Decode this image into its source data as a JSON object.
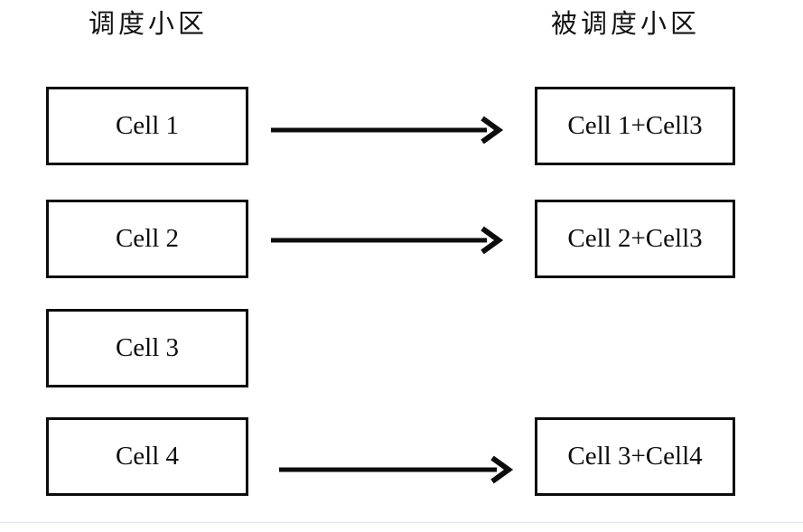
{
  "diagram": {
    "type": "flow-mapping",
    "columns": [
      {
        "id": "source",
        "heading": "调度小区"
      },
      {
        "id": "target",
        "heading": "被调度小区"
      }
    ],
    "source_cells": [
      {
        "label": "Cell 1"
      },
      {
        "label": "Cell 2"
      },
      {
        "label": "Cell 3"
      },
      {
        "label": "Cell 4"
      }
    ],
    "target_cells": [
      {
        "label": "Cell 1+Cell3"
      },
      {
        "label": "Cell 2+Cell3"
      },
      {
        "label": "Cell 3+Cell4"
      }
    ],
    "mappings": [
      {
        "from": "Cell 1",
        "to": "Cell 1+Cell3",
        "connector": "arrow-right"
      },
      {
        "from": "Cell 2",
        "to": "Cell 2+Cell3",
        "connector": "arrow-right"
      },
      {
        "from": "Cell 4",
        "to": "Cell 3+Cell4",
        "connector": "arrow-right"
      }
    ],
    "unmapped_source_cells": [
      "Cell 3"
    ],
    "colors": {
      "stroke": "#0c0c0c",
      "background": "#ffffff",
      "text": "#111111",
      "rule": "#dde3ee"
    }
  }
}
